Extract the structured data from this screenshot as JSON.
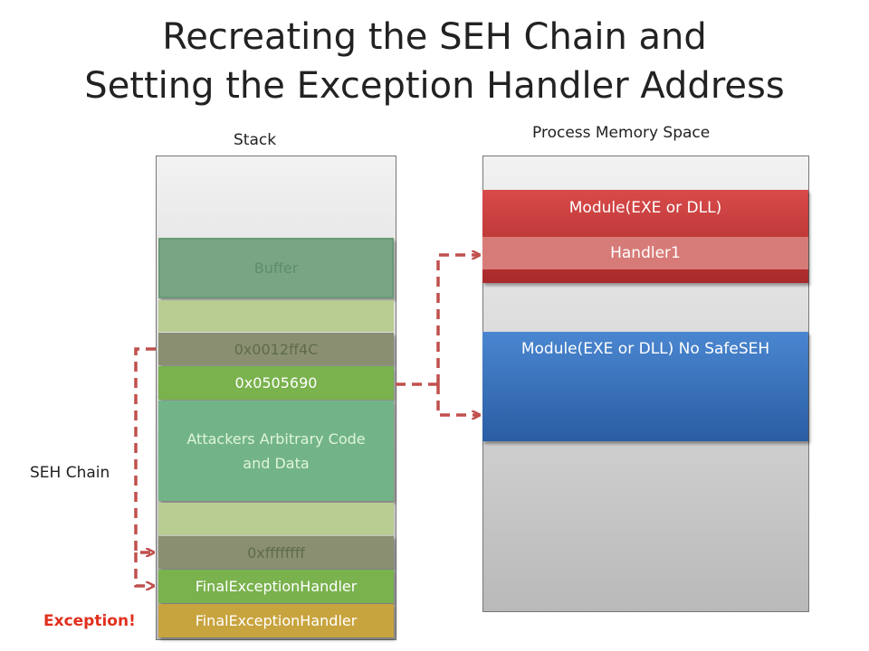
{
  "title": {
    "line1": "Recreating the SEH Chain and",
    "line2": "Setting the Exception Handler Address"
  },
  "labels": {
    "stack": "Stack",
    "process": "Process Memory Space",
    "seh_chain": "SEH Chain",
    "exception": "Exception!"
  },
  "stack": {
    "buffer": "Buffer",
    "next_seh": "0x0012ff4C",
    "handler_addr": "0x0505690",
    "payload": "Attackers Arbitrary Code and Data",
    "end_marker": "0xffffffff",
    "final1": "FinalExceptionHandler",
    "final2": "FinalExceptionHandler"
  },
  "process": {
    "module1": "Module(EXE or DLL)",
    "handler1": "Handler1",
    "module2": "Module(EXE or DLL) No SafeSEH"
  },
  "colors": {
    "exception": "#e0301e",
    "arrow": "#c0504d",
    "buffer": "#79a585",
    "payload": "#72b487",
    "final_gold": "#c8a43e",
    "module_red": "#d03c3c",
    "module_blue": "#3a73bf"
  }
}
